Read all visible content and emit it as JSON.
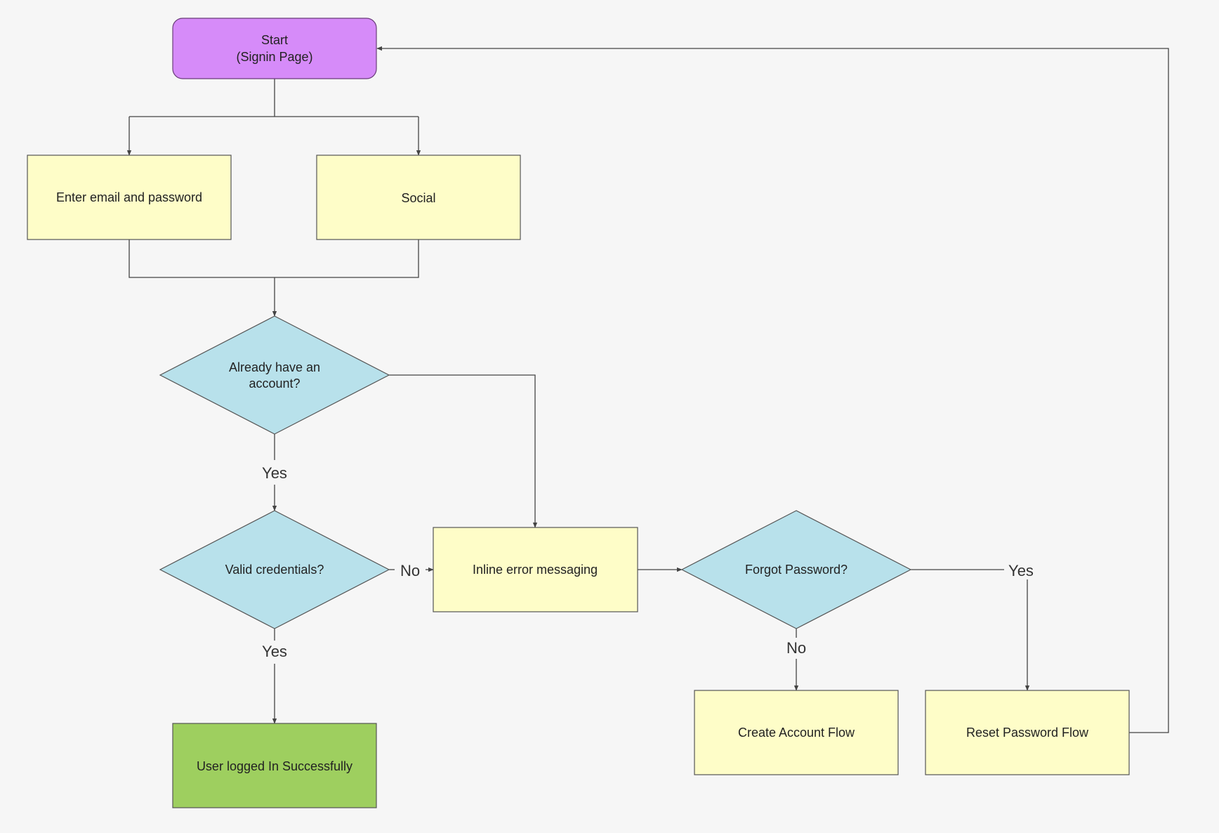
{
  "colors": {
    "start": "#d68bf9",
    "process": "#fefdc8",
    "decision": "#b8e1eb",
    "success": "#9ecf5f",
    "edge": "#444444",
    "background": "#f6f6f6"
  },
  "nodes": {
    "start": {
      "line1": "Start",
      "line2": "(Signin Page)"
    },
    "email_password": {
      "label": "Enter email and password"
    },
    "social": {
      "label": "Social"
    },
    "already_account": {
      "line1": "Already have an",
      "line2": "account?"
    },
    "valid_credentials": {
      "label": "Valid credentials?"
    },
    "inline_error": {
      "label": "Inline error messaging"
    },
    "forgot_password": {
      "label": "Forgot Password?"
    },
    "logged_in": {
      "label": "User logged In Successfully"
    },
    "create_account": {
      "label": "Create Account Flow"
    },
    "reset_password": {
      "label": "Reset Password Flow"
    }
  },
  "edge_labels": {
    "already_yes": "Yes",
    "valid_no": "No",
    "valid_yes": "Yes",
    "forgot_yes": "Yes",
    "forgot_no": "No"
  }
}
